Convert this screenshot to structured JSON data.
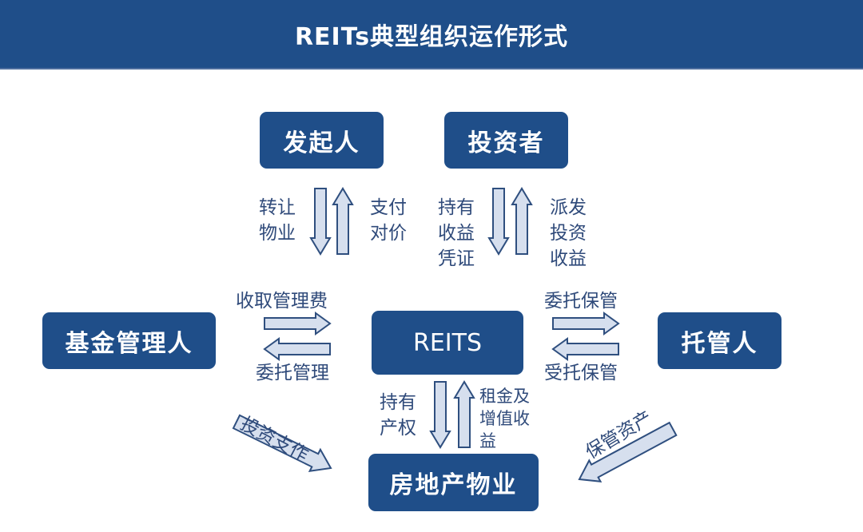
{
  "title": "REITs典型组织运作形式",
  "colors": {
    "header": "#1f4e89",
    "box": "#1f4e89",
    "arrow_fill": "#d6dfee",
    "arrow_stroke": "#2f4f7f",
    "label": "#2f4a7a"
  },
  "nodes": {
    "sponsor": "发起人",
    "investor": "投资者",
    "fund_manager": "基金管理人",
    "reits": "REITS",
    "custodian": "托管人",
    "property": "房地产物业"
  },
  "labels": {
    "transfer_property": "转让\n物业",
    "pay_consideration": "支付\n对价",
    "hold_certificates": "持有\n收益\n凭证",
    "distribute_returns": "派发\n投资\n收益",
    "collect_fee": "收取管理费",
    "entrust_management": "委托管理",
    "entrust_custody": "委托保管",
    "accept_custody": "受托保管",
    "hold_title": "持有\n产权",
    "rent_income": "租金及\n增值收\n益",
    "investment_support": "投资支作",
    "custody_assets": "保管资产"
  }
}
